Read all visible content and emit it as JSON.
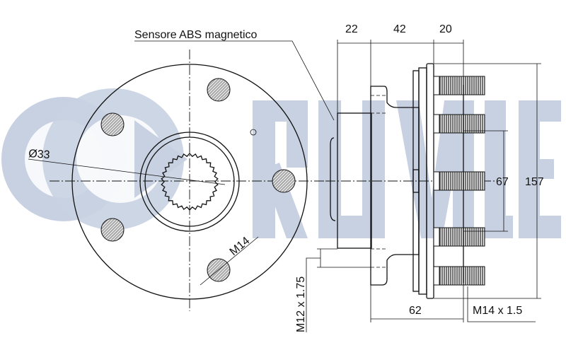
{
  "watermark": {
    "brand": "RUVILLE",
    "color": "#c8d1e2"
  },
  "labels": {
    "sensor": "Sensore ABS magnetico",
    "diameter": "Ø33",
    "bolt_thread": "M14",
    "side_thread": "M12 x 1.75",
    "stud_thread": "M14 x 1.5"
  },
  "dimensions": {
    "d1": "22",
    "d2": "42",
    "d3": "20",
    "bolt_spacing": "67",
    "flange_diameter": "157",
    "total_depth": "62"
  },
  "colors": {
    "line": "#111111",
    "hatch": "#888888"
  }
}
